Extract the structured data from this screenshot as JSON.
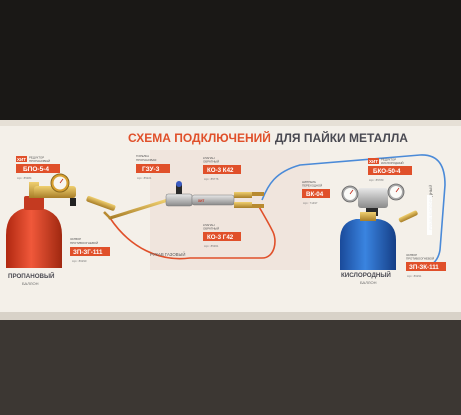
{
  "title": {
    "main": "СХЕМА ПОДКЛЮЧЕНИЙ",
    "sub": "ДЛЯ ПАЙКИ МЕТАЛЛА",
    "accent_color": "#e0502a",
    "dark_color": "#4a4a52"
  },
  "labels": {
    "reducer_propane": {
      "brand": "ХИТ",
      "caption_line1": "РЕДУКТОР",
      "caption_line2": "ПРОПАНОВЫЙ",
      "code": "БПО-5-4",
      "article": "Арт.: 85384"
    },
    "torch": {
      "caption_line1": "ГОРЕЛКА",
      "caption_line2": "ПРОПАНОВАЯ",
      "code": "ГЗУ-3",
      "article": "Арт.: 85221"
    },
    "valve_o2": {
      "caption_line1": "КЛАПАН",
      "caption_line2": "ОБРАТНЫЙ",
      "code": "КО-3 К42",
      "article": "Арт.: 85776"
    },
    "valve_propane": {
      "caption_line1": "КЛАПАН",
      "caption_line2": "ОБРАТНЫЙ",
      "code": "КО-3 Г42",
      "article": "Арт.: 85361"
    },
    "flame_arrestor_propane": {
      "caption_line1": "ЗАТВОР",
      "caption_line2": "ПРОТИВООГНЕВОЙ",
      "code": "ЗП-ЗГ-111",
      "article": "Арт.: 86290"
    },
    "fitting_o2": {
      "caption_line1": "НИППЕЛЬ",
      "caption_line2": "ПЕРЕХОДНОЙ",
      "code": "ВК-04",
      "article": "Арт.: 71497"
    },
    "reducer_o2": {
      "brand": "ХИТ",
      "caption_line1": "РЕДУКТОР",
      "caption_line2": "КИСЛОРОДНЫЙ",
      "code": "БКО-50-4",
      "article": "Арт.: 85780"
    },
    "flame_arrestor_o2": {
      "caption_line1": "ЗАТВОР",
      "caption_line2": "ПРОТИВООГНЕВОЙ",
      "code": "ЗП-ЗК-111",
      "article": "Арт.: 86291"
    },
    "hose_gas": "РУКАВ ГАЗОВЫЙ",
    "hose_o2": "РУКАВ КИСЛОРОДНЫЙ",
    "cylinder_propane_line1": "ПРОПАНОВЫЙ",
    "cylinder_propane_line2": "БАЛЛОН",
    "cylinder_o2_line1": "КИСЛОРОДНЫЙ",
    "cylinder_o2_line2": "БАЛЛОН"
  },
  "colors": {
    "propane_cylinder": "#e8442a",
    "o2_cylinder": "#2a6fd0",
    "gas_hose": "#e0502a",
    "o2_hose": "#4a8ad8",
    "brass": "#d4a94a"
  }
}
